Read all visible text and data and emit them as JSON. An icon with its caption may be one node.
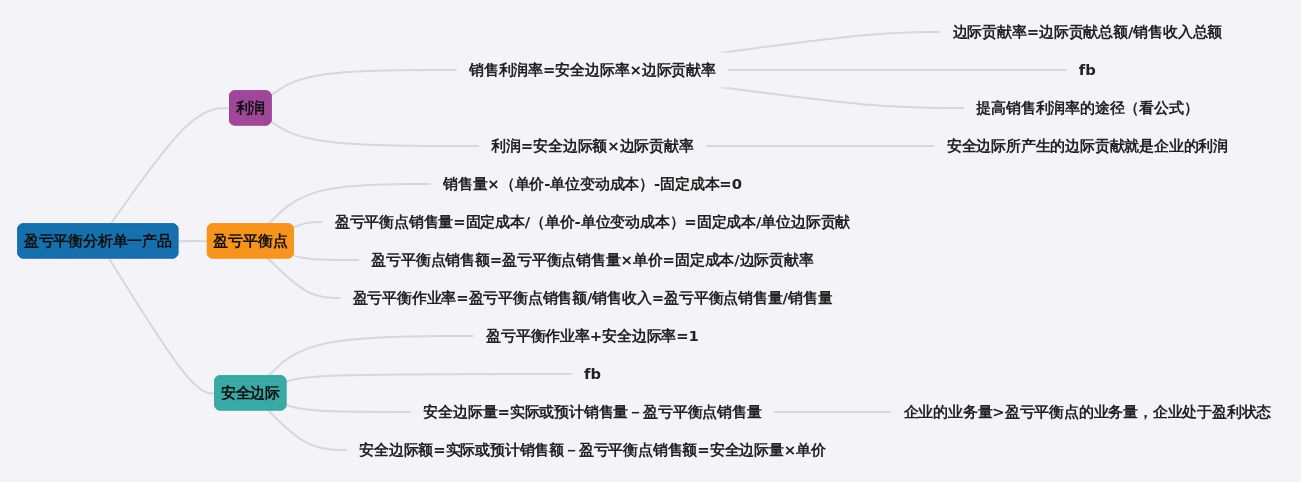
{
  "diagram": {
    "nodes": [
      {
        "text": [
          "盈亏平衡分析单一产品"
        ]
      },
      {
        "text": [
          "利润"
        ]
      },
      {
        "text": [
          "销售利润率=安全边际率×边际贡献率"
        ]
      },
      {
        "text": [
          "边际贡献率=边际贡献总额/销售收入总额"
        ]
      },
      {
        "text": [
          "fb"
        ]
      },
      {
        "text": [
          "提高销售利润率的途径（看公式）"
        ]
      },
      {
        "text": [
          "利润=安全边际额×边际贡献率"
        ]
      },
      {
        "text": [
          "安全边际所产生的边际贡献就是企业的利润"
        ]
      },
      {
        "text": [
          "盈亏平衡点"
        ]
      },
      {
        "text": [
          "销售量×（单价-单位变动成本）-固定成本=0"
        ]
      },
      {
        "text": [
          "盈亏平衡点销售量=固定成本/（单价-单位变动成本）=固定成本/单位边际贡献"
        ]
      },
      {
        "text": [
          "盈亏平衡点销售额=盈亏平衡点销售量×单价=固定成本/边际贡献率"
        ]
      },
      {
        "text": [
          "盈亏平衡作业率=盈亏平衡点销售额/销售收入=盈亏平衡点销售量/销售量"
        ]
      },
      {
        "text": [
          "安全边际"
        ]
      },
      {
        "text": [
          "盈亏平衡作业率+安全边际率=1"
        ]
      },
      {
        "text": [
          "fb"
        ]
      },
      {
        "text": [
          "安全边际量=实际或预计销售量－盈亏平衡点销售量"
        ]
      },
      {
        "text": [
          "企业的业务量>盈亏平衡点的业务量，企业处于盈利状态"
        ]
      },
      {
        "text": [
          "安全边际额=实际或预计销售额－盈亏平衡点销售额=安全边际量×单价"
        ]
      }
    ],
    "edges": [
      {
        "from": 0,
        "to": 1,
        "arrow": "none"
      },
      {
        "from": 1,
        "to": 2,
        "arrow": "none"
      },
      {
        "from": 2,
        "to": 3,
        "arrow": "none"
      },
      {
        "from": 2,
        "to": 4,
        "arrow": "none"
      },
      {
        "from": 2,
        "to": 5,
        "arrow": "none"
      },
      {
        "from": 1,
        "to": 6,
        "arrow": "none"
      },
      {
        "from": 6,
        "to": 7,
        "arrow": "none"
      },
      {
        "from": 0,
        "to": 8,
        "arrow": "none"
      },
      {
        "from": 8,
        "to": 9,
        "arrow": "none"
      },
      {
        "from": 8,
        "to": 10,
        "arrow": "none"
      },
      {
        "from": 8,
        "to": 11,
        "arrow": "none"
      },
      {
        "from": 8,
        "to": 12,
        "arrow": "none"
      },
      {
        "from": 0,
        "to": 13,
        "arrow": "none"
      },
      {
        "from": 13,
        "to": 14,
        "arrow": "none"
      },
      {
        "from": 13,
        "to": 15,
        "arrow": "none"
      },
      {
        "from": 13,
        "to": 16,
        "arrow": "none"
      },
      {
        "from": 16,
        "to": 17,
        "arrow": "none"
      },
      {
        "from": 13,
        "to": 18,
        "arrow": "none"
      }
    ]
  }
}
